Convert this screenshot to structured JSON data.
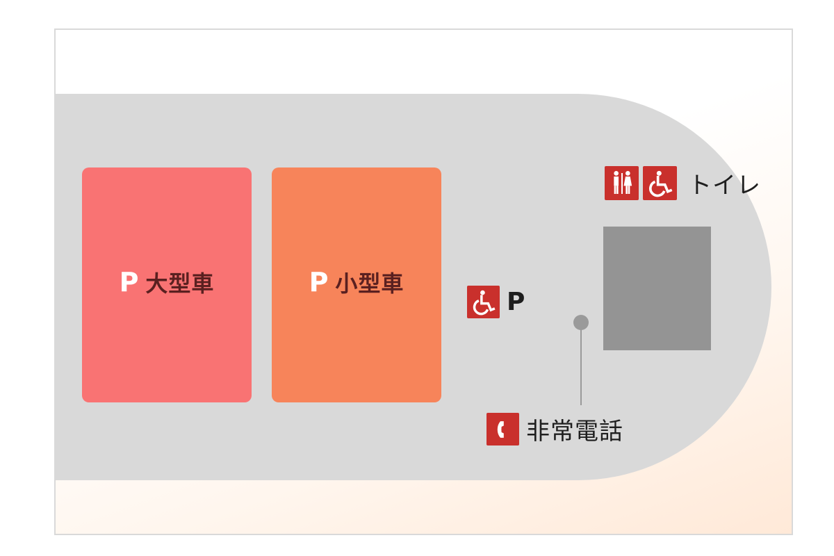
{
  "map": {
    "large_vehicle": {
      "p": "P",
      "label": "大型車"
    },
    "small_vehicle": {
      "p": "P",
      "label": "小型車"
    },
    "accessible_parking": {
      "label": "P",
      "icon": "wheelchair-icon"
    },
    "toilet": {
      "label": "トイレ",
      "icons": [
        "restroom-icon",
        "wheelchair-icon"
      ]
    },
    "emergency_phone": {
      "label": "非常電話",
      "icon": "phone-icon"
    }
  },
  "colors": {
    "lot": "#d9d9d9",
    "large_space": "#f97373",
    "small_space": "#f7845a",
    "icon_red": "#c9302c",
    "building": "#949494"
  }
}
